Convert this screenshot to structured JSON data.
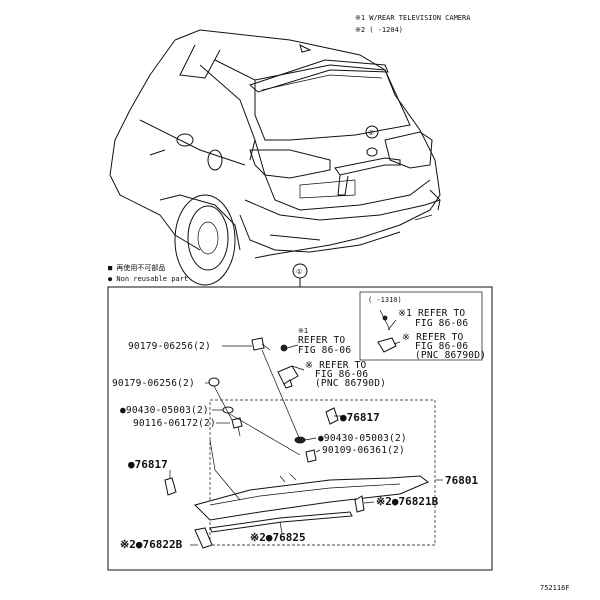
{
  "notes": {
    "note1": "※1 W/REAR TELEVISION CAMERA",
    "note2": "※2 (      -1204)"
  },
  "legend": {
    "line1": "■ 再使用不可部品",
    "line2": "● Non reusable part"
  },
  "callout_top": "①",
  "callout_main": "①",
  "inset": {
    "range": "(   -1310)",
    "refer1a": "※1 REFER TO",
    "refer1b": "FIG 86-06",
    "refer2a": "※ REFER TO",
    "refer2b": "FIG 86-06",
    "refer2c": "(PNC 86790D)"
  },
  "parts": {
    "p1": "90179-06256(2)",
    "p2": "90179-06256(2)",
    "p3": "●90430-05003(2)",
    "p4": "90116-06172(2)",
    "p5": "●76817",
    "p6": "●76817",
    "p7": "●90430-05003(2)",
    "p8": "90109-06361(2)",
    "p9": "76801",
    "p10": "※2●76821B",
    "p11": "※2●76822B",
    "p12": "※2●76825"
  },
  "refer_main": {
    "a1": "※1",
    "a2": "REFER TO",
    "a3": "FIG 86-06",
    "b1": "※ REFER TO",
    "b2": "FIG 86-06",
    "b3": "(PNC 86790D)"
  },
  "figure_id": "752116F"
}
